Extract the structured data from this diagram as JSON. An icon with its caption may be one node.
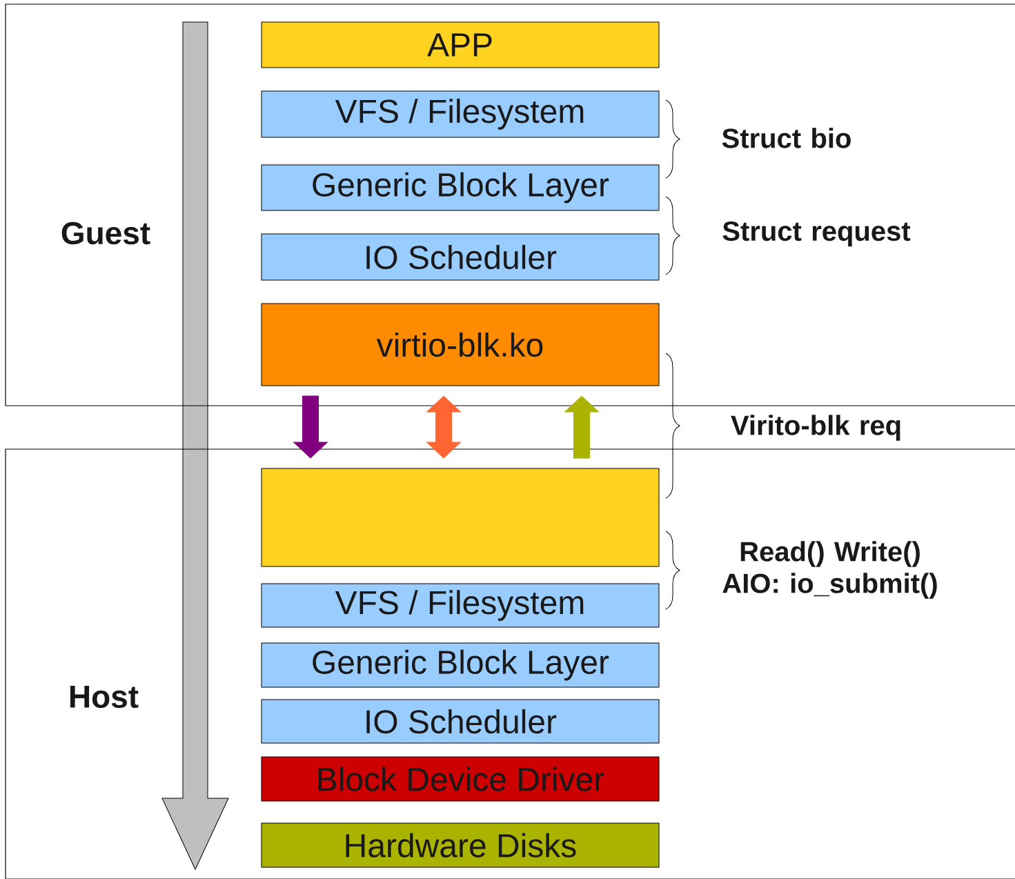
{
  "diagram": {
    "nodes": [
      {
        "text": [
          "Guest"
        ]
      },
      {
        "text": [
          "APP"
        ],
        "in": 0
      },
      {
        "text": [
          "VFS / Filesystem"
        ],
        "in": 0
      },
      {
        "text": [
          "Generic Block Layer"
        ],
        "in": 0
      },
      {
        "text": [
          "IO Scheduler"
        ],
        "in": 0
      },
      {
        "text": [
          "virtio-blk.ko"
        ],
        "in": 0
      },
      {
        "text": [
          "Host"
        ]
      },
      {
        "text": [],
        "shape": "box",
        "in": 6
      },
      {
        "text": [
          "VFS / Filesystem"
        ],
        "in": 6
      },
      {
        "text": [
          "Generic Block Layer"
        ],
        "in": 6
      },
      {
        "text": [
          "IO Scheduler"
        ],
        "in": 6
      },
      {
        "text": [
          "Block Device Driver"
        ],
        "in": 6
      },
      {
        "text": [
          "Hardware Disks"
        ],
        "in": 6
      }
    ],
    "edges": [
      {
        "from": 5,
        "to": 7,
        "arrow": "to",
        "color": "#800080"
      },
      {
        "from": 5,
        "to": 7,
        "arrow": "both",
        "color": "#ff6633"
      },
      {
        "from": 7,
        "to": 5,
        "arrow": "to",
        "color": "#aab300"
      }
    ],
    "labels": [
      "Struct bio",
      "Struct request",
      "Virito-blk req",
      "Read() Write() AIO: io_submit()"
    ]
  }
}
